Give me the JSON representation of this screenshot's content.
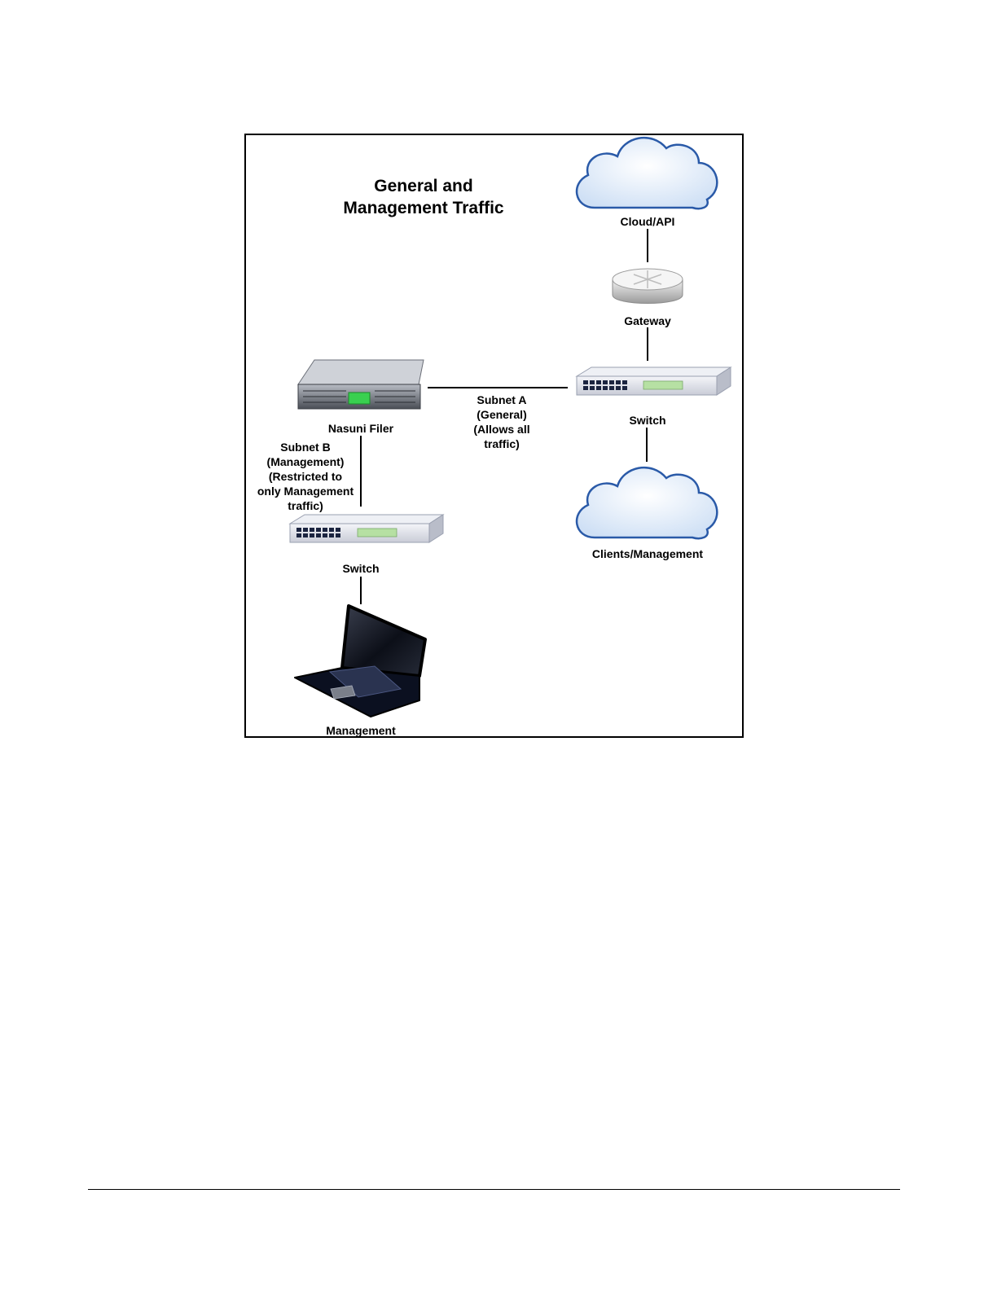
{
  "diagram": {
    "title": "General and\nManagement Traffic",
    "nodes": {
      "cloud_api": "Cloud/API",
      "gateway": "Gateway",
      "switch_right": "Switch",
      "nasuni_filer": "Nasuni Filer",
      "clients_management": "Clients/Management",
      "switch_left": "Switch",
      "management": "Management"
    },
    "edges": {
      "subnet_a": "Subnet A\n(General)\n(Allows all\ntraffic)",
      "subnet_b": "Subnet B\n(Management)\n(Restricted to\nonly Management\ntraffic)"
    }
  },
  "colors": {
    "cloud_fill": "#e6f0fb",
    "cloud_stroke": "#2a5aa8",
    "switch_body": "#dde0ea",
    "port": "#1b2440",
    "led_green": "#b6e0a3",
    "laptop": "#0b1020"
  }
}
